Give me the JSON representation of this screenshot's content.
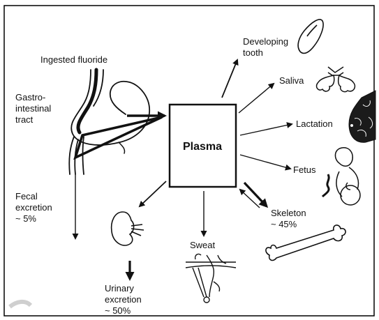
{
  "diagram": {
    "center": "Plasma",
    "labels": {
      "ingested": "Ingested fluoride",
      "gi_tract": "Gastro-\nintestinal\ntract",
      "fecal": "Fecal\nexcretion\n~ 5%",
      "developing_tooth": "Developing\ntooth",
      "saliva": "Saliva",
      "lactation": "Lactation",
      "fetus": "Fetus",
      "skeleton": "Skeleton\n~ 45%",
      "sweat": "Sweat",
      "urinary": "Urinary\nexcretion\n~ 50%"
    },
    "colors": {
      "ink": "#111111",
      "frame": "#000000",
      "background": "#ffffff"
    }
  }
}
